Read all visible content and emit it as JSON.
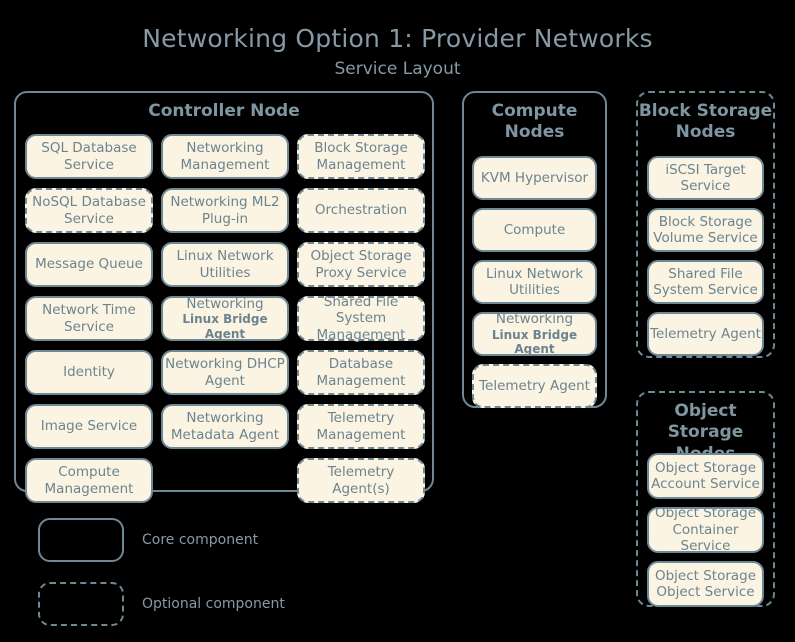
{
  "title": "Networking Option 1: Provider Networks",
  "subtitle": "Service Layout",
  "colors": {
    "background": "#000000",
    "box_fill": "#fbf4e2",
    "box_border": "#6e8894",
    "box_text": "#6c8490",
    "title_text": "#869aa5",
    "group_title_text": "#7f96a2"
  },
  "groups": {
    "controller": {
      "title": "Controller Node",
      "optional_group": false,
      "columns": [
        {
          "items": [
            {
              "label": "SQL Database Service",
              "optional": false
            },
            {
              "label": "NoSQL Database Service",
              "optional": true
            },
            {
              "label": "Message Queue",
              "optional": false
            },
            {
              "label": "Network Time Service",
              "optional": false
            },
            {
              "label": "Identity",
              "optional": false
            },
            {
              "label": "Image Service",
              "optional": false
            },
            {
              "label": "Compute Management",
              "optional": false
            }
          ]
        },
        {
          "items": [
            {
              "label": "Networking Management",
              "optional": false
            },
            {
              "label": "Networking ML2 Plug-in",
              "optional": false
            },
            {
              "label": "Linux Network Utilities",
              "optional": false
            },
            {
              "label": "Networking",
              "sublabel": "Linux Bridge Agent",
              "optional": false
            },
            {
              "label": "Networking DHCP Agent",
              "optional": false
            },
            {
              "label": "Networking Metadata Agent",
              "optional": false
            }
          ]
        },
        {
          "items": [
            {
              "label": "Block Storage Management",
              "optional": true
            },
            {
              "label": "Orchestration",
              "optional": true
            },
            {
              "label": "Object Storage Proxy Service",
              "optional": true
            },
            {
              "label": "Shared File System Management",
              "optional": true
            },
            {
              "label": "Database Management",
              "optional": true
            },
            {
              "label": "Telemetry Management",
              "optional": true
            },
            {
              "label": "Telemetry Agent(s)",
              "optional": true
            }
          ]
        }
      ]
    },
    "compute": {
      "title": "Compute Nodes",
      "optional_group": false,
      "items": [
        {
          "label": "KVM Hypervisor",
          "optional": false
        },
        {
          "label": "Compute",
          "optional": false
        },
        {
          "label": "Linux Network Utilities",
          "optional": false
        },
        {
          "label": "Networking",
          "sublabel": "Linux Bridge Agent",
          "optional": false
        },
        {
          "label": "Telemetry Agent",
          "optional": true
        }
      ]
    },
    "block_storage": {
      "title": "Block Storage Nodes",
      "optional_group": true,
      "items": [
        {
          "label": "iSCSI Target Service",
          "optional": false
        },
        {
          "label": "Block Storage Volume Service",
          "optional": false
        },
        {
          "label": "Shared File System Service",
          "optional": false
        },
        {
          "label": "Telemetry Agent",
          "optional": false
        }
      ]
    },
    "object_storage": {
      "title": "Object Storage Nodes",
      "optional_group": true,
      "items": [
        {
          "label": "Object Storage Account Service",
          "optional": false
        },
        {
          "label": "Object Storage Container Service",
          "optional": false
        },
        {
          "label": "Object Storage Object Service",
          "optional": false
        }
      ]
    }
  },
  "legend": {
    "items": [
      {
        "label": "Core component",
        "style": "solid"
      },
      {
        "label": "Optional component",
        "style": "dashed"
      }
    ]
  }
}
